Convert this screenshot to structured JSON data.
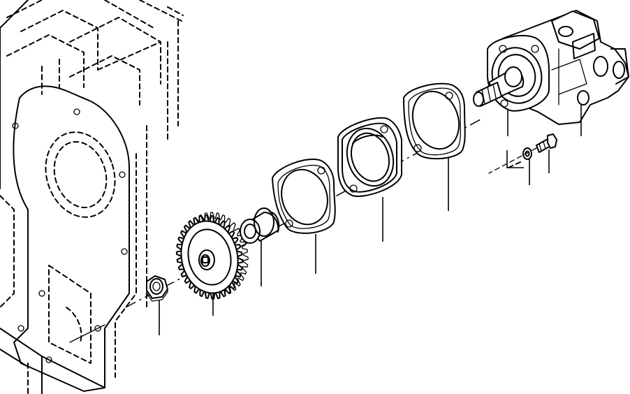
{
  "diagram": {
    "kind": "exploded parts view",
    "stroke_color": "#000000",
    "background_color": "#ffffff",
    "parts": [
      {
        "id": "nut",
        "icon": "hex-nut-icon"
      },
      {
        "id": "gear",
        "icon": "spur-gear-icon"
      },
      {
        "id": "spacer-sleeve",
        "icon": "sleeve-icon"
      },
      {
        "id": "gasket-front",
        "icon": "gasket-icon"
      },
      {
        "id": "adapter-flange",
        "icon": "flange-icon"
      },
      {
        "id": "gasket-rear",
        "icon": "gasket-icon"
      },
      {
        "id": "pump-shaft-seal",
        "icon": "seal-icon"
      },
      {
        "id": "pump-housing",
        "icon": "hydraulic-pump-icon"
      },
      {
        "id": "lock-washer",
        "icon": "washer-icon"
      },
      {
        "id": "cap-screw",
        "icon": "bolt-icon"
      }
    ]
  }
}
